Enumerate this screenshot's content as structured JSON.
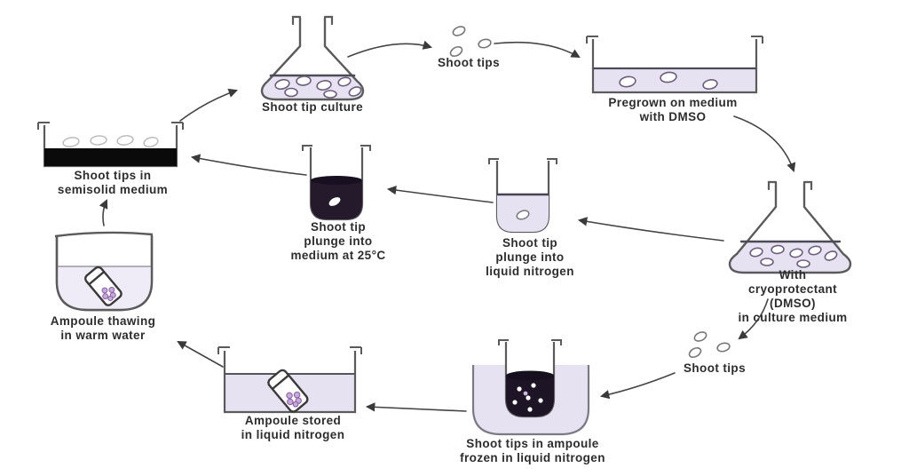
{
  "colors": {
    "background": "#ffffff",
    "label-text": "#2d2d2d",
    "arrow": "#454545",
    "vessel-outline": "#5b5b5b",
    "liquid-lavender": "#e7e2f2",
    "liquid-dark": "#1d1426",
    "semisolid-black": "#0a0a0a",
    "ampoule-dots": "#c9a8dd",
    "tip-outline": "#6e5d80"
  },
  "diagram": {
    "type": "cycle-flowchart",
    "steps": {
      "shoot_tip_culture": "Shoot tip culture",
      "shoot_tips_top": "Shoot tips",
      "pregrown": "Pregrown on medium\nwith DMSO",
      "cryoprotectant": "With cryoprotectant (DMSO)\nin culture medium",
      "shoot_tips_bottom": "Shoot tips",
      "frozen_ampoule": "Shoot tips in ampoule\nfrozen in liquid nitrogen",
      "ampoule_stored": "Ampoule stored\nin liquid nitrogen",
      "ampoule_thawing": "Ampoule thawing\nin warm water",
      "semisolid": "Shoot tips in\nsemisolid medium",
      "plunge_medium": "Shoot tip\nplunge into\nmedium at 25°C",
      "plunge_ln2": "Shoot tip\nplunge into\nliquid nitrogen"
    },
    "connections": [
      {
        "from": "semisolid",
        "to": "shoot_tip_culture"
      },
      {
        "from": "shoot_tip_culture",
        "to": "shoot_tips_top"
      },
      {
        "from": "shoot_tips_top",
        "to": "pregrown"
      },
      {
        "from": "pregrown",
        "to": "cryoprotectant"
      },
      {
        "from": "cryoprotectant",
        "to": "plunge_ln2"
      },
      {
        "from": "cryoprotectant",
        "to": "shoot_tips_bottom"
      },
      {
        "from": "shoot_tips_bottom",
        "to": "frozen_ampoule"
      },
      {
        "from": "frozen_ampoule",
        "to": "ampoule_stored"
      },
      {
        "from": "ampoule_stored",
        "to": "ampoule_thawing"
      },
      {
        "from": "ampoule_thawing",
        "to": "semisolid"
      },
      {
        "from": "plunge_ln2",
        "to": "plunge_medium"
      },
      {
        "from": "plunge_medium",
        "to": "semisolid"
      }
    ]
  }
}
